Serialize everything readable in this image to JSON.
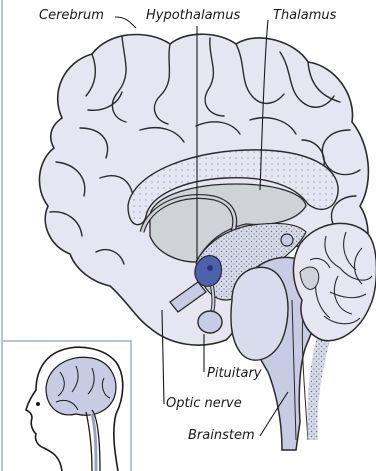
{
  "labels": {
    "cerebrum": "Cerebrum",
    "hypothalamus": "Hypothalamus",
    "thalamus": "Thalamus",
    "pituitary": "Pituitary",
    "optic_nerve": "Optic nerve",
    "brainstem": "Brainstem"
  },
  "colors": {
    "brain_fill": "#e6e6f3",
    "brain_mid": "#d4d6e8",
    "stem_fill": "#c7cbe3",
    "hypothalamus_blue": "#4e61ad",
    "corpus_grey": "#cfd3d7",
    "outline": "#2a2a2a",
    "frame": "#b9c2de"
  },
  "inset": {
    "description_icon": "head-profile-icon"
  }
}
